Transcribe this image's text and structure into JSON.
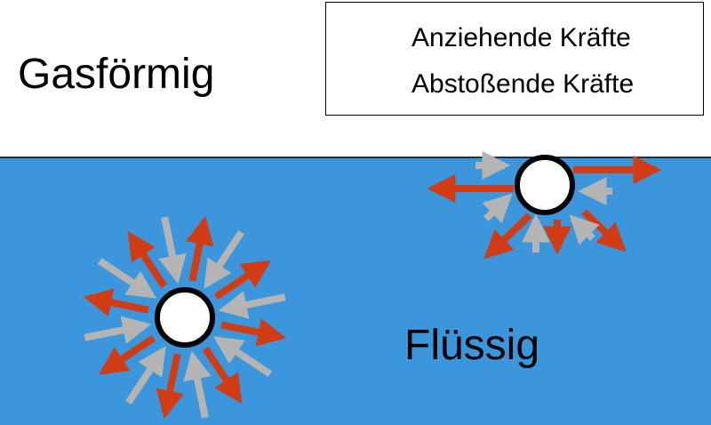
{
  "labels": {
    "gas_phase": "Gasförmig",
    "liquid_phase": "Flüssig"
  },
  "legend": {
    "attractive": "Anziehende Kräfte",
    "repulsive": "Abstoßende Kräfte"
  },
  "colors": {
    "liquid": "#3c96dc",
    "attractive_arrow": "#d23c14",
    "repulsive_arrow": "#b4b4b4",
    "molecule_fill": "#ffffff",
    "molecule_stroke": "#000000"
  }
}
